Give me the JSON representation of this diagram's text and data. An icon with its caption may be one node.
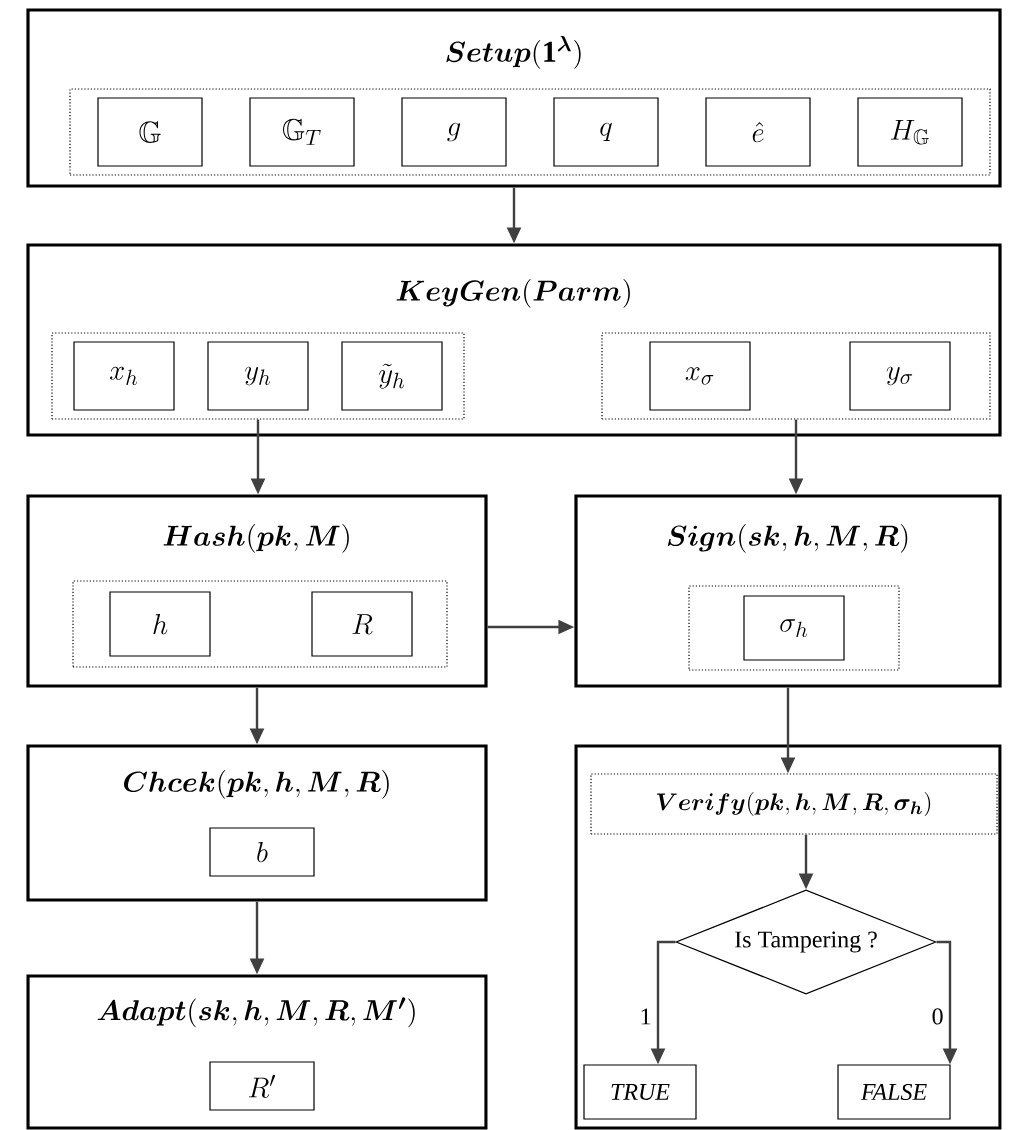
{
  "diagram": {
    "nodes": [
      {
        "text": [
          "\\boldsymbol{Setup}(\\mathbf{1}^{\\boldsymbol{\\lambda}})"
        ]
      },
      {
        "text": [],
        "shape": "box",
        "in": 0
      },
      {
        "text": [
          "\\mathbb{G}"
        ],
        "in": 1
      },
      {
        "text": [
          "\\mathbb{G}_T"
        ],
        "in": 1
      },
      {
        "text": [
          "g"
        ],
        "in": 1
      },
      {
        "text": [
          "q"
        ],
        "in": 1
      },
      {
        "text": [
          "\\hat{e}"
        ],
        "in": 1
      },
      {
        "text": [
          "H_{\\mathbb{G}}"
        ],
        "in": 1
      },
      {
        "text": [
          "\\boldsymbol{KeyGen}(\\boldsymbol{Parm})"
        ]
      },
      {
        "text": [],
        "shape": "box",
        "in": 8
      },
      {
        "text": [
          "x_h"
        ],
        "in": 9
      },
      {
        "text": [
          "y_h"
        ],
        "in": 9
      },
      {
        "text": [
          "\\tilde{y}_h"
        ],
        "in": 9
      },
      {
        "text": [],
        "shape": "box",
        "in": 8
      },
      {
        "text": [
          "x_\\sigma"
        ],
        "in": 13
      },
      {
        "text": [
          "y_\\sigma"
        ],
        "in": 13
      },
      {
        "text": [
          "\\boldsymbol{Hash}(\\boldsymbol{pk},\\boldsymbol{M})"
        ]
      },
      {
        "text": [],
        "shape": "box",
        "in": 16
      },
      {
        "text": [
          "h"
        ],
        "in": 17
      },
      {
        "text": [
          "R"
        ],
        "in": 17
      },
      {
        "text": [
          "\\boldsymbol{Sign}(\\boldsymbol{sk},\\boldsymbol{h},\\boldsymbol{M},\\boldsymbol{R})"
        ]
      },
      {
        "text": [],
        "shape": "box",
        "in": 20
      },
      {
        "text": [
          "\\sigma_h"
        ],
        "in": 21
      },
      {
        "text": [
          "\\boldsymbol{Chcek}(\\boldsymbol{pk},\\boldsymbol{h},\\boldsymbol{M},\\boldsymbol{R})"
        ]
      },
      {
        "text": [
          "b"
        ],
        "in": 23
      },
      {
        "text": [
          "\\boldsymbol{Adapt}(\\boldsymbol{sk},\\boldsymbol{h},\\boldsymbol{M},\\boldsymbol{R},\\boldsymbol{M'})"
        ]
      },
      {
        "text": [
          "R'"
        ],
        "in": 25
      },
      {
        "text": [],
        "shape": "box"
      },
      {
        "text": [
          "\\boldsymbol{Verify}(\\boldsymbol{pk},\\boldsymbol{h},\\boldsymbol{M},\\boldsymbol{R},\\boldsymbol{\\sigma_h})"
        ],
        "in": 27
      },
      {
        "text": [
          "Is Tampering ?"
        ],
        "in": 27
      },
      {
        "text": [
          "TRUE"
        ],
        "in": 27
      },
      {
        "text": [
          "FALSE"
        ],
        "in": 27
      }
    ],
    "edges": [
      {
        "from": 0,
        "to": 8,
        "arrow": "to"
      },
      {
        "from": 9,
        "to": 16,
        "arrow": "to"
      },
      {
        "from": 13,
        "to": 20,
        "arrow": "to"
      },
      {
        "from": 16,
        "to": 20,
        "arrow": "to"
      },
      {
        "from": 16,
        "to": 23,
        "arrow": "to"
      },
      {
        "from": 23,
        "to": 25,
        "arrow": "to"
      },
      {
        "from": 20,
        "to": 28,
        "arrow": "to"
      },
      {
        "from": 28,
        "to": 29,
        "arrow": "to"
      },
      {
        "from": 29,
        "to": 30,
        "label": "1",
        "arrow": "to"
      },
      {
        "from": 29,
        "to": 31,
        "label": "0",
        "arrow": "to"
      }
    ]
  }
}
